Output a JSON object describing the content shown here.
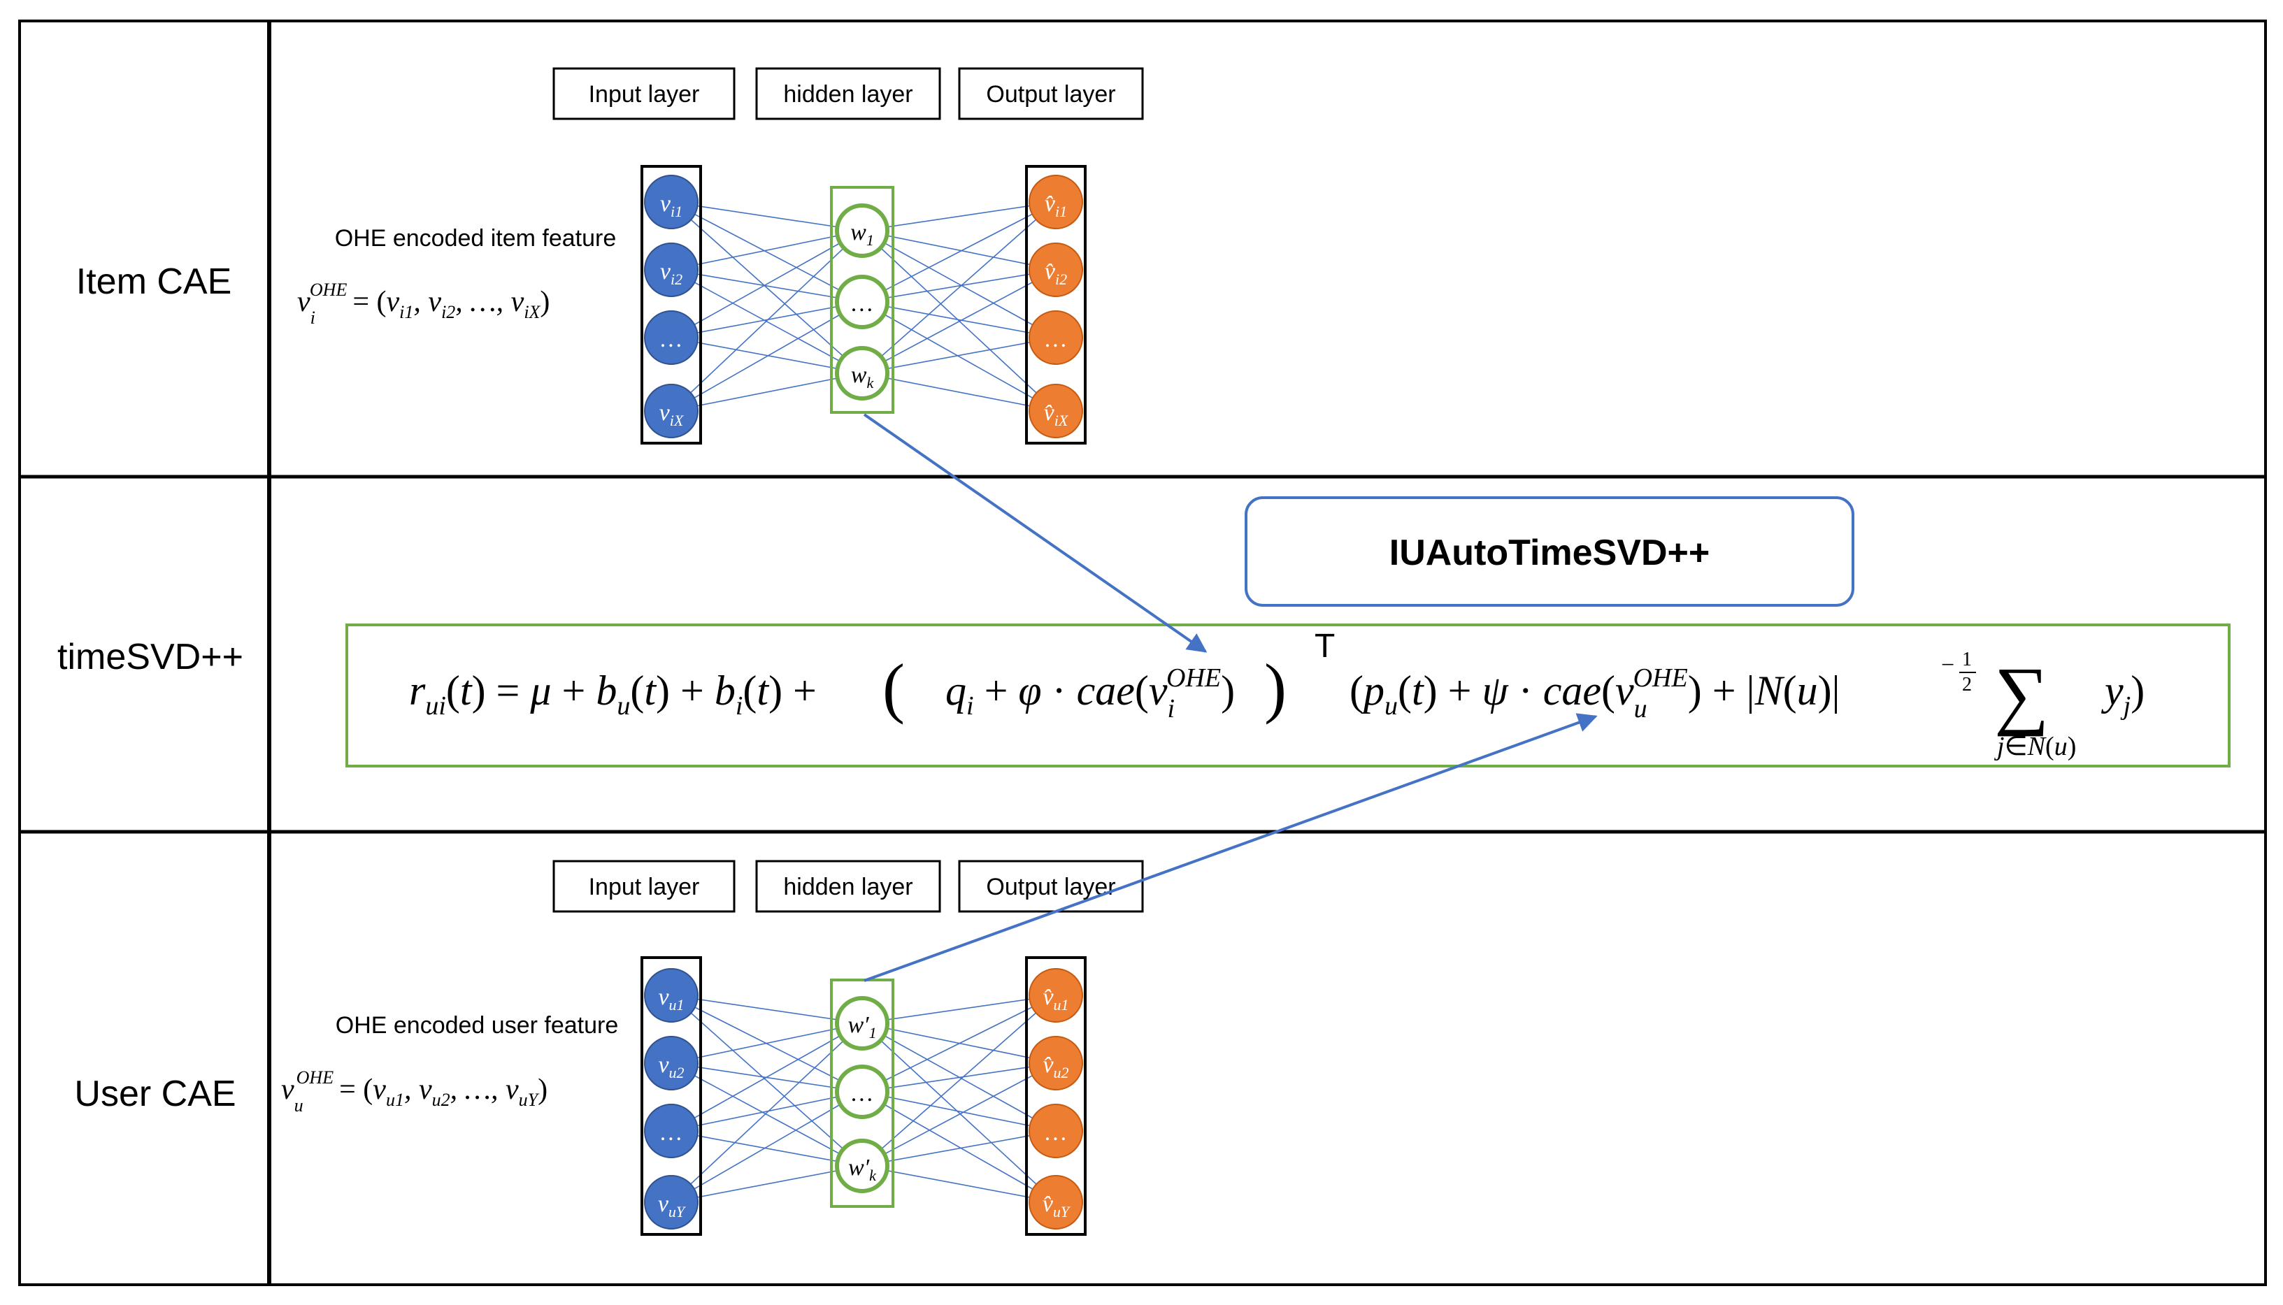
{
  "rows": {
    "item_cae": "Item CAE",
    "timesvd": "timeSVD++",
    "user_cae": "User CAE"
  },
  "layer_labels": {
    "input": "Input layer",
    "hidden": "hidden layer",
    "output": "Output layer"
  },
  "model_name": "IUAutoTimeSVD++",
  "item_network": {
    "feature_caption": "OHE encoded item feature",
    "input_nodes": [
      {
        "base": "v",
        "sub": "i1"
      },
      {
        "base": "v",
        "sub": "i2"
      },
      {
        "base": "…",
        "sub": ""
      },
      {
        "base": "v",
        "sub": "iX"
      }
    ],
    "hidden_nodes": [
      {
        "base": "w",
        "sub": "1"
      },
      {
        "base": "…",
        "sub": ""
      },
      {
        "base": "w",
        "sub": "k"
      }
    ],
    "output_nodes": [
      {
        "base": "v̂",
        "sub": "i1"
      },
      {
        "base": "v̂",
        "sub": "i2"
      },
      {
        "base": "…",
        "sub": ""
      },
      {
        "base": "v̂",
        "sub": "iX"
      }
    ]
  },
  "user_network": {
    "feature_caption": "OHE encoded user feature",
    "input_nodes": [
      {
        "base": "v",
        "sub": "u1"
      },
      {
        "base": "v",
        "sub": "u2"
      },
      {
        "base": "…",
        "sub": ""
      },
      {
        "base": "v",
        "sub": "uY"
      }
    ],
    "hidden_nodes": [
      {
        "base": "w′",
        "sub": "1"
      },
      {
        "base": "…",
        "sub": ""
      },
      {
        "base": "w′",
        "sub": "k"
      }
    ],
    "output_nodes": [
      {
        "base": "v̂",
        "sub": "u1"
      },
      {
        "base": "v̂",
        "sub": "u2"
      },
      {
        "base": "…",
        "sub": ""
      },
      {
        "base": "v̂",
        "sub": "uY"
      }
    ]
  },
  "colors": {
    "input_node": "#4472C4",
    "output_node": "#ED7D31",
    "hidden_ring": "#70AD47",
    "connection": "#4472C4",
    "model_box": "#4472C4",
    "formula_box": "#70AD47"
  }
}
